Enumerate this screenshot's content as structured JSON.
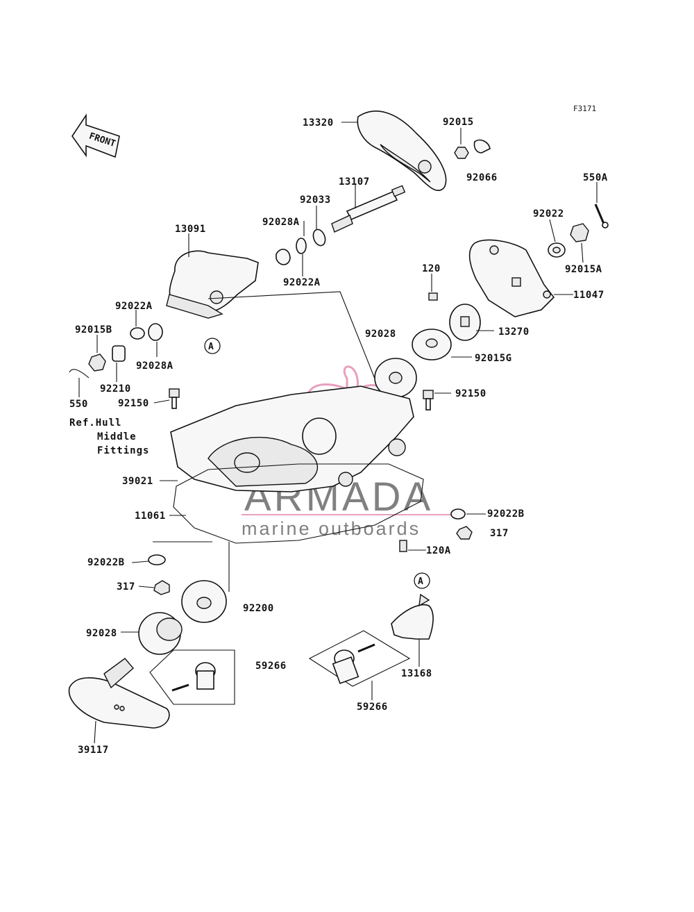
{
  "figure_code": "F3171",
  "front_label": "FRONT",
  "circle_marker": "A",
  "reference_note": [
    "Ref.Hull",
    "Middle",
    "Fittings"
  ],
  "watermark": {
    "title": "ARMADA",
    "subtitle": "marine outboards",
    "title_color": "#6b6b6b",
    "logo_color": "#e58fb3"
  },
  "part_labels": {
    "p13320": "13320",
    "p92015": "92015",
    "p92066": "92066",
    "p550A": "550A",
    "p13107": "13107",
    "p92033": "92033",
    "p92028A_top": "92028A",
    "p13091": "13091",
    "p92022A_top": "92022A",
    "p92022": "92022",
    "p92015A": "92015A",
    "p120": "120",
    "p11047": "11047",
    "p92022A_left": "92022A",
    "p92015B": "92015B",
    "p92028A_left": "92028A",
    "p92028_top": "92028",
    "p13270": "13270",
    "p92015G": "92015G",
    "p92210": "92210",
    "p550": "550",
    "p92150_left": "92150",
    "p92150_right": "92150",
    "p39021": "39021",
    "p11061": "11061",
    "p92022B_right": "92022B",
    "p317_right": "317",
    "p120A": "120A",
    "p92022B_left": "92022B",
    "p317_left": "317",
    "p92200": "92200",
    "p92028_bottom": "92028",
    "p59266_top": "59266",
    "p13168": "13168",
    "p59266_bottom": "59266",
    "p39117": "39117"
  }
}
